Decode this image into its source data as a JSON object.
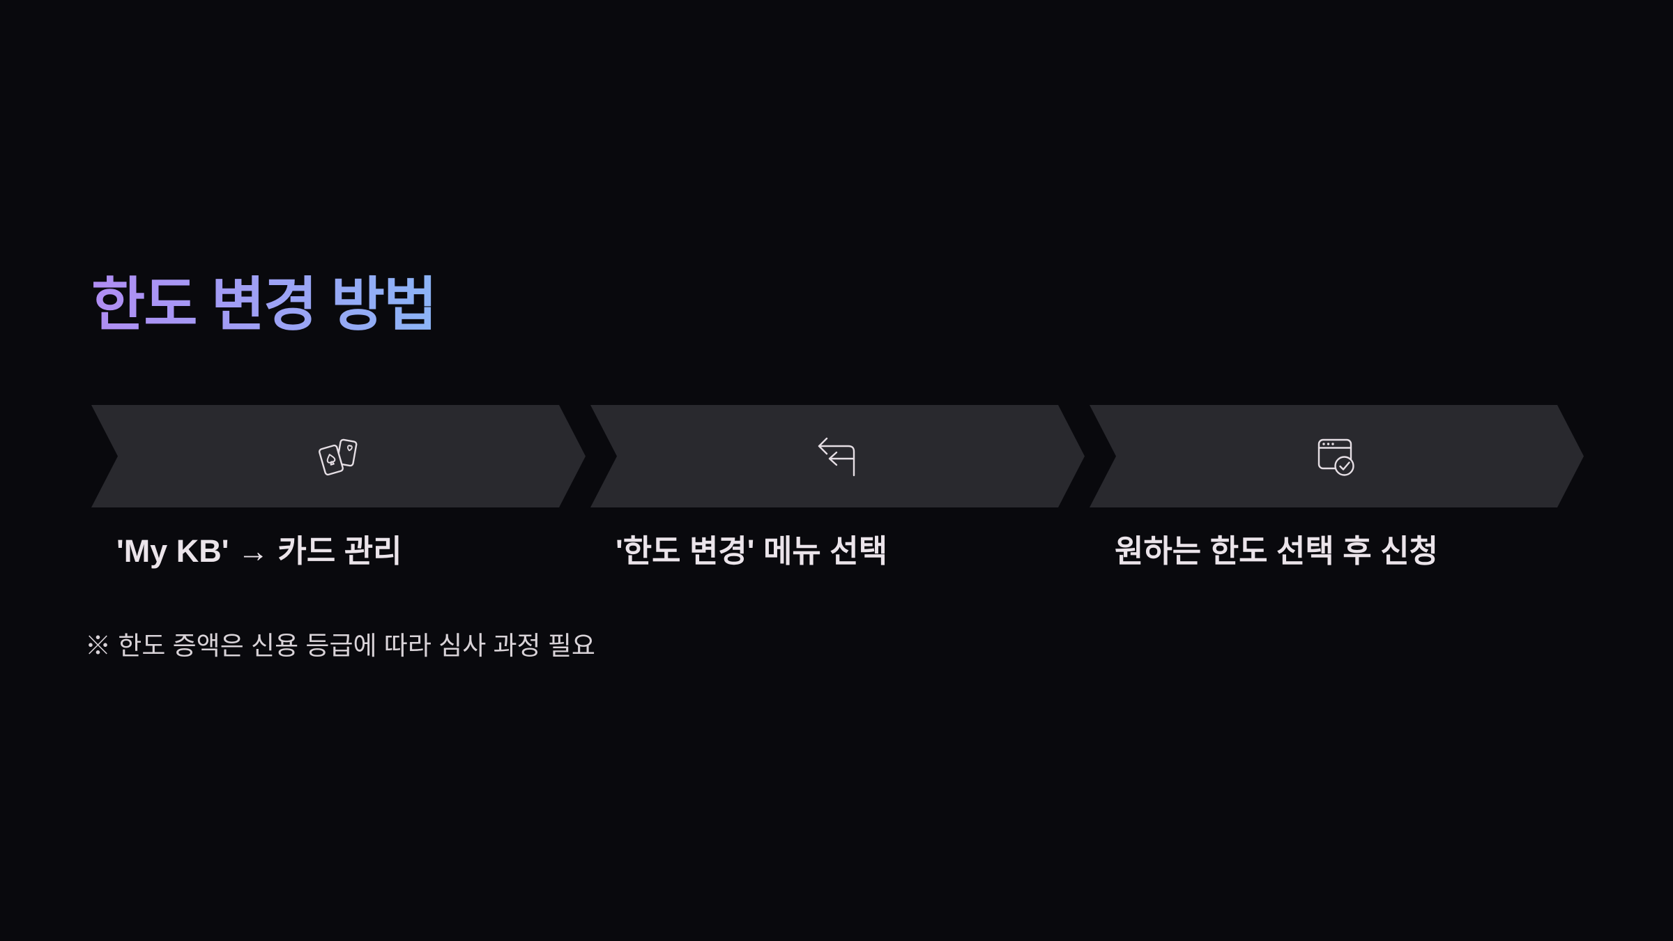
{
  "slide": {
    "title": "한도 변경 방법",
    "footnote": "※ 한도 증액은 신용 등급에 따라 심사 과정 필요"
  },
  "steps": [
    {
      "icon": "playing-cards-icon",
      "label": "'My KB' → 카드 관리"
    },
    {
      "icon": "reply-arrows-icon",
      "label": "'한도 변경' 메뉴 선택"
    },
    {
      "icon": "browser-check-icon",
      "label": "원하는 한도 선택 후 신청"
    }
  ],
  "colors": {
    "page_bg": "#09090d",
    "chevron_fill": "#29292e",
    "icon_stroke": "#e6dfe5",
    "label_text": "#ebe4ea",
    "footnote_text": "#d9d3d8",
    "title_gradient_from": "#b08df3",
    "title_gradient_to": "#8cb4f6"
  }
}
